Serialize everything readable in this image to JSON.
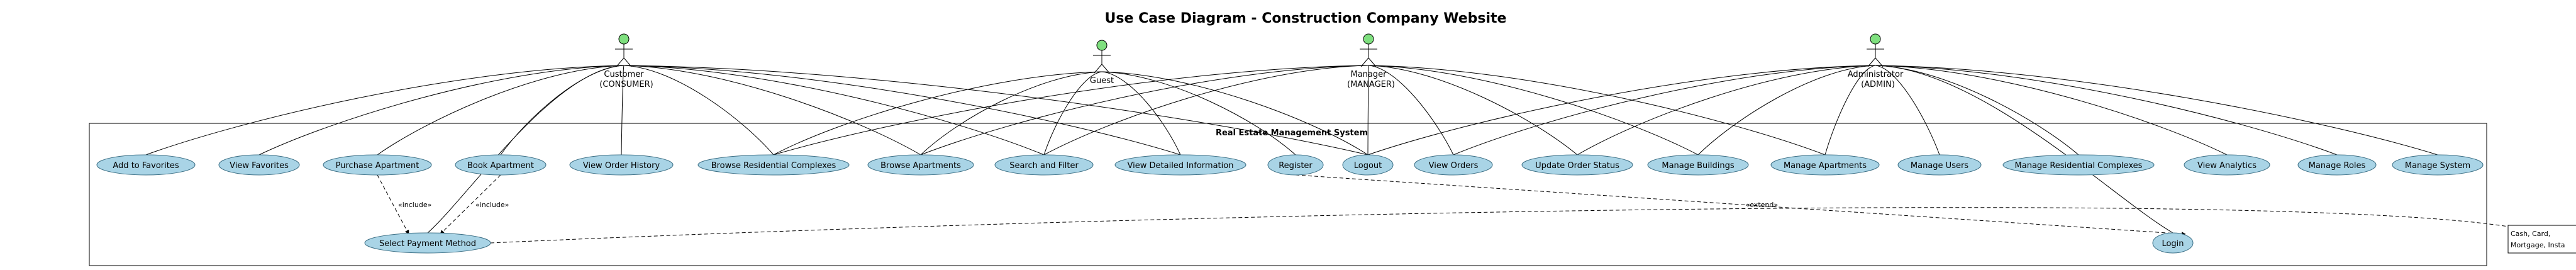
{
  "diagram": {
    "title": "Use Case Diagram - Construction Company Website",
    "system_title": "Real Estate Management System"
  },
  "actors": [
    {
      "id": "customer",
      "label": "Customer",
      "role": "(CONSUMER)"
    },
    {
      "id": "guest",
      "label": "Guest",
      "role": ""
    },
    {
      "id": "manager",
      "label": "Manager",
      "role": "(MANAGER)"
    },
    {
      "id": "admin",
      "label": "Administrator",
      "role": "(ADMIN)"
    }
  ],
  "use_cases": [
    {
      "id": "add_fav",
      "label": "Add to Favorites"
    },
    {
      "id": "view_fav",
      "label": "View Favorites"
    },
    {
      "id": "purchase",
      "label": "Purchase Apartment"
    },
    {
      "id": "book",
      "label": "Book Apartment"
    },
    {
      "id": "order_hist",
      "label": "View Order History"
    },
    {
      "id": "browse_rc",
      "label": "Browse Residential Complexes"
    },
    {
      "id": "browse_apt",
      "label": "Browse Apartments"
    },
    {
      "id": "search",
      "label": "Search and Filter"
    },
    {
      "id": "details",
      "label": "View Detailed Information"
    },
    {
      "id": "register",
      "label": "Register"
    },
    {
      "id": "logout",
      "label": "Logout"
    },
    {
      "id": "view_orders",
      "label": "View Orders"
    },
    {
      "id": "update_status",
      "label": "Update Order Status"
    },
    {
      "id": "manage_bld",
      "label": "Manage Buildings"
    },
    {
      "id": "manage_apt",
      "label": "Manage Apartments"
    },
    {
      "id": "manage_users",
      "label": "Manage Users"
    },
    {
      "id": "manage_rc",
      "label": "Manage Residential Complexes"
    },
    {
      "id": "analytics",
      "label": "View Analytics"
    },
    {
      "id": "roles",
      "label": "Manage Roles"
    },
    {
      "id": "system",
      "label": "Manage System"
    },
    {
      "id": "payment",
      "label": "Select Payment Method"
    },
    {
      "id": "login",
      "label": "Login"
    }
  ],
  "associations": [
    [
      "customer",
      "add_fav"
    ],
    [
      "customer",
      "view_fav"
    ],
    [
      "customer",
      "purchase"
    ],
    [
      "customer",
      "book"
    ],
    [
      "customer",
      "order_hist"
    ],
    [
      "customer",
      "browse_rc"
    ],
    [
      "customer",
      "browse_apt"
    ],
    [
      "customer",
      "search"
    ],
    [
      "customer",
      "details"
    ],
    [
      "customer",
      "logout"
    ],
    [
      "customer",
      "payment"
    ],
    [
      "guest",
      "browse_rc"
    ],
    [
      "guest",
      "browse_apt"
    ],
    [
      "guest",
      "search"
    ],
    [
      "guest",
      "details"
    ],
    [
      "guest",
      "register"
    ],
    [
      "guest",
      "logout"
    ],
    [
      "manager",
      "browse_rc"
    ],
    [
      "manager",
      "browse_apt"
    ],
    [
      "manager",
      "search"
    ],
    [
      "manager",
      "view_orders"
    ],
    [
      "manager",
      "update_status"
    ],
    [
      "manager",
      "manage_bld"
    ],
    [
      "manager",
      "manage_apt"
    ],
    [
      "manager",
      "logout"
    ],
    [
      "admin",
      "logout"
    ],
    [
      "admin",
      "view_orders"
    ],
    [
      "admin",
      "update_status"
    ],
    [
      "admin",
      "manage_bld"
    ],
    [
      "admin",
      "manage_apt"
    ],
    [
      "admin",
      "manage_users"
    ],
    [
      "admin",
      "manage_rc"
    ],
    [
      "admin",
      "analytics"
    ],
    [
      "admin",
      "roles"
    ],
    [
      "admin",
      "system"
    ],
    [
      "admin",
      "login"
    ]
  ],
  "relations": [
    {
      "from": "purchase",
      "to": "payment",
      "label": "«include»"
    },
    {
      "from": "book",
      "to": "payment",
      "label": "«include»"
    },
    {
      "from": "register",
      "to": "login",
      "label": "«extend»"
    }
  ],
  "note": {
    "lines": [
      "Cash, Card,",
      "Mortgage, Insta"
    ]
  }
}
